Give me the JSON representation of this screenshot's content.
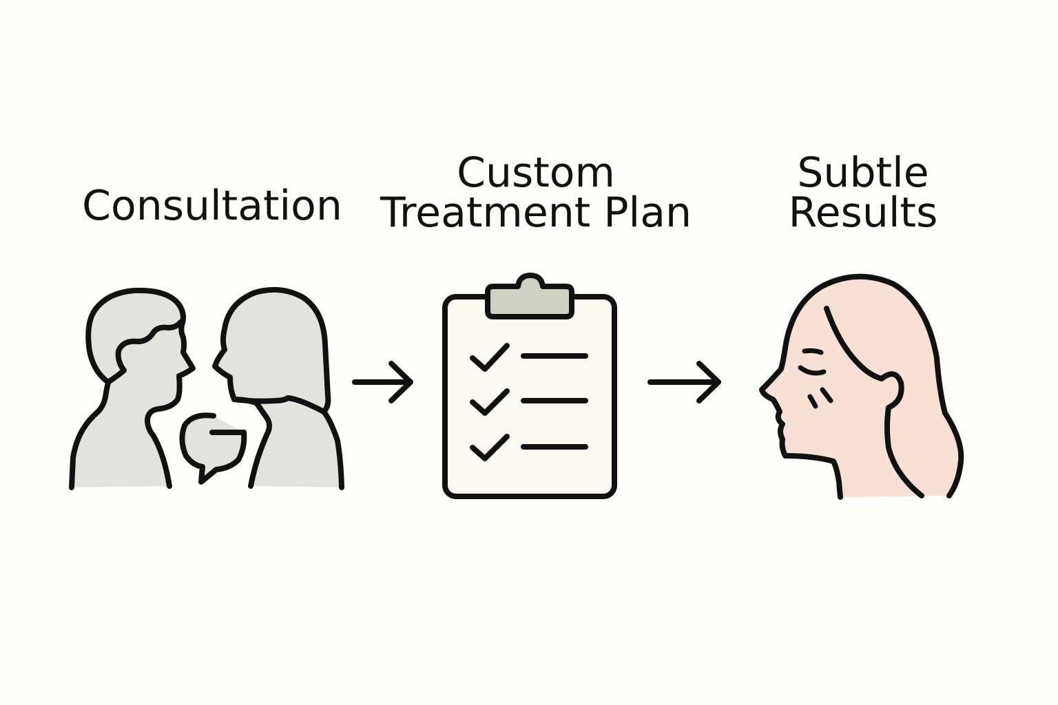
{
  "steps": [
    {
      "id": "consultation",
      "lines": [
        "Consultation"
      ],
      "icon": "consultation-people-icon"
    },
    {
      "id": "plan",
      "lines": [
        "Custom",
        "Treatment Plan"
      ],
      "icon": "clipboard-checklist-icon"
    },
    {
      "id": "results",
      "lines": [
        "Subtle",
        "Results"
      ],
      "icon": "face-profile-icon"
    }
  ],
  "colors": {
    "stroke": "#111111",
    "people_fill": "#e2e3df",
    "clipboard_fill": "#fbf9f1",
    "clip_fill": "#cfd0c6",
    "face_fill": "#f9e0d4"
  }
}
